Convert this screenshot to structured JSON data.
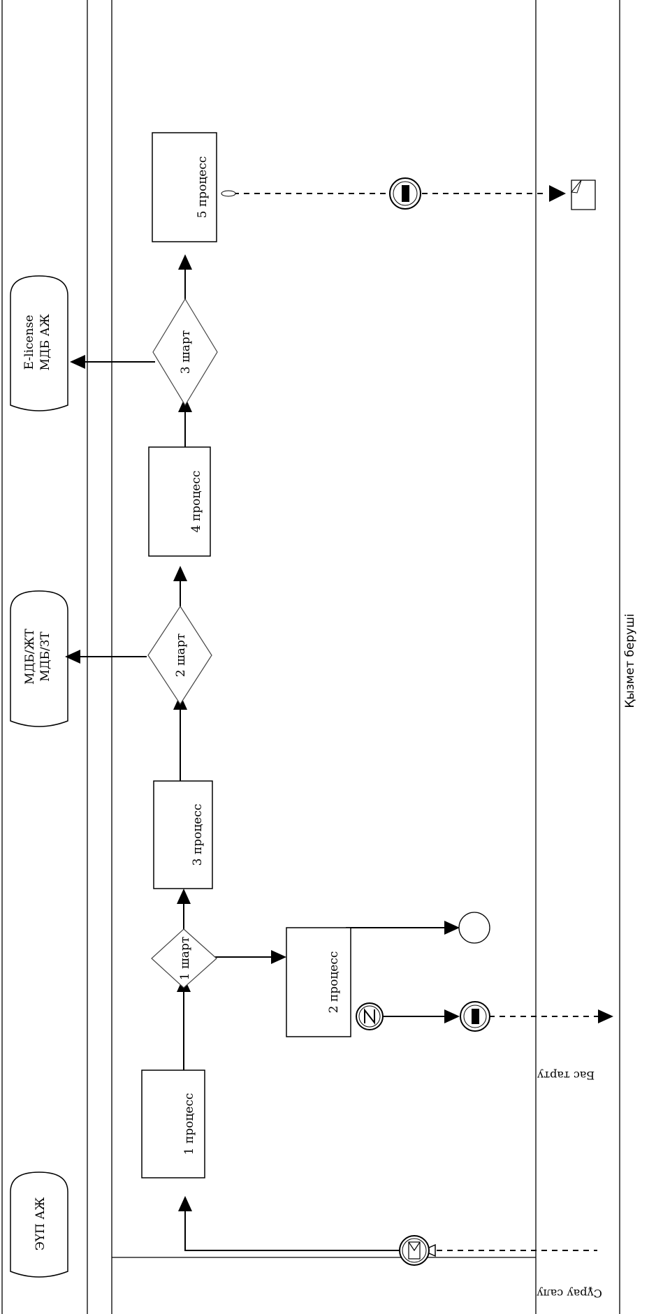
{
  "lanes": {
    "service_provider": "Қызмет беруші",
    "request_label": "Сұрау салу",
    "start_label": "Бас тарту"
  },
  "systems": {
    "eup": "ЭҮП АЖ",
    "mdb_zht_line1": "МДБ/ЖТ",
    "mdb_zht_line2": "МДБ/ЗТ",
    "elicense_line1": "E-license",
    "elicense_line2": "МДБ АЖ"
  },
  "processes": {
    "p1": "1 процесс",
    "p2": "2 процесс",
    "p3": "3 процесс",
    "p4": "4 процесс",
    "p5": "5 процесс"
  },
  "conditions": {
    "c1": "1 шарт",
    "c2": "2 шарт",
    "c3": "3 шарт"
  }
}
